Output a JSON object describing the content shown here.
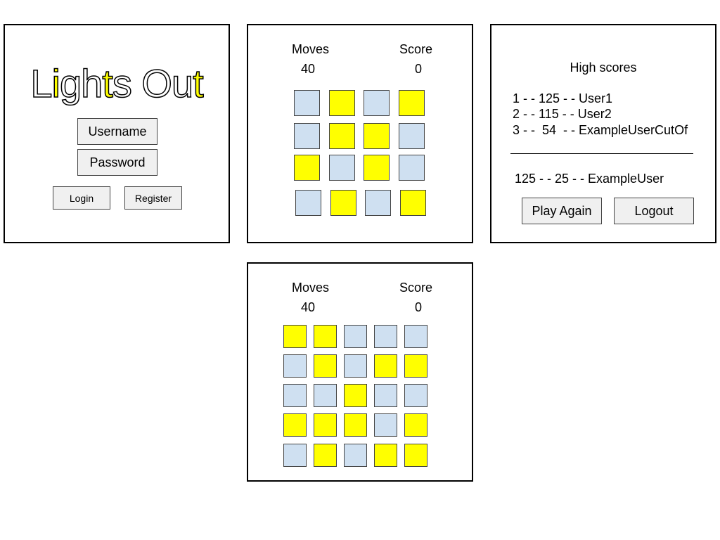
{
  "login": {
    "logo_letters": [
      {
        "char": "L",
        "color": "#ffffff"
      },
      {
        "char": "i",
        "color": "#ffff00"
      },
      {
        "char": "g",
        "color": "#ffffff"
      },
      {
        "char": "h",
        "color": "#ffffff"
      },
      {
        "char": "t",
        "color": "#ffff00"
      },
      {
        "char": "s",
        "color": "#ffffff"
      },
      {
        "char": " ",
        "color": "#ffffff"
      },
      {
        "char": "O",
        "color": "#ffffff"
      },
      {
        "char": "u",
        "color": "#ffffff"
      },
      {
        "char": "t",
        "color": "#ffff00"
      }
    ],
    "username_label": "Username",
    "password_label": "Password",
    "login_label": "Login",
    "register_label": "Register"
  },
  "game4": {
    "moves_label": "Moves",
    "moves_value": "40",
    "score_label": "Score",
    "score_value": "0",
    "grid": [
      [
        0,
        1,
        0,
        1
      ],
      [
        0,
        1,
        1,
        0
      ],
      [
        1,
        0,
        1,
        0
      ],
      [
        0,
        1,
        0,
        1
      ]
    ]
  },
  "game5": {
    "moves_label": "Moves",
    "moves_value": "40",
    "score_label": "Score",
    "score_value": "0",
    "grid": [
      [
        1,
        1,
        0,
        0,
        0
      ],
      [
        0,
        1,
        0,
        1,
        1
      ],
      [
        0,
        0,
        1,
        0,
        0
      ],
      [
        1,
        1,
        1,
        0,
        1
      ],
      [
        0,
        1,
        0,
        1,
        1
      ]
    ]
  },
  "scores": {
    "title": "High scores",
    "entries": [
      "1 - - 125 - - User1",
      "2 - - 115 - - User2",
      "3 - -  54  - - ExampleUserCutOf"
    ],
    "current": "125 - - 25 - - ExampleUser",
    "play_again_label": "Play Again",
    "logout_label": "Logout"
  },
  "colors": {
    "light_on": "#ffff00",
    "light_off": "#cfe0f1",
    "button_bg": "#f0f0f0"
  }
}
